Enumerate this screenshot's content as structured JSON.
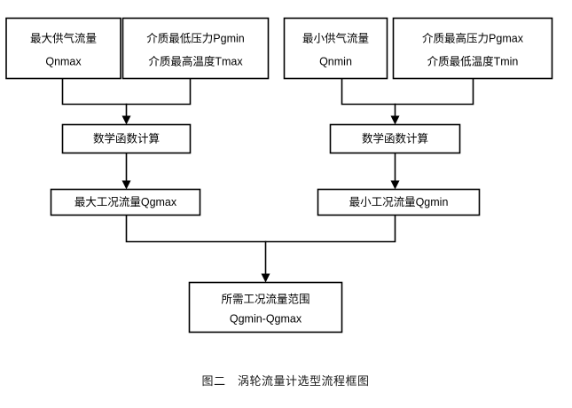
{
  "figure": {
    "caption": "图二　涡轮流量计选型流程框图",
    "background_color": "#ffffff",
    "line_color": "#000000",
    "box_fill": "#ffffff"
  },
  "nodes": {
    "max_supply_flow": {
      "line1": "最大供气流量",
      "line2": "Qnmax"
    },
    "min_pressure_max_temp": {
      "line1": "介质最低压力Pgmin",
      "line2": "介质最高温度Tmax"
    },
    "min_supply_flow": {
      "line1": "最小供气流量",
      "line2": "Qnmin"
    },
    "max_pressure_min_temp": {
      "line1": "介质最高压力Pgmax",
      "line2": "介质最低温度Tmin"
    },
    "math_calc_left": {
      "line1": "数学函数计算"
    },
    "math_calc_right": {
      "line1": "数学函数计算"
    },
    "qgmax_result": {
      "line1": "最大工况流量Qgmax"
    },
    "qgmin_result": {
      "line1": "最小工况流量Qgmin"
    },
    "required_range": {
      "line1": "所需工况流量范围",
      "line2": "Qgmin-Qgmax"
    }
  }
}
